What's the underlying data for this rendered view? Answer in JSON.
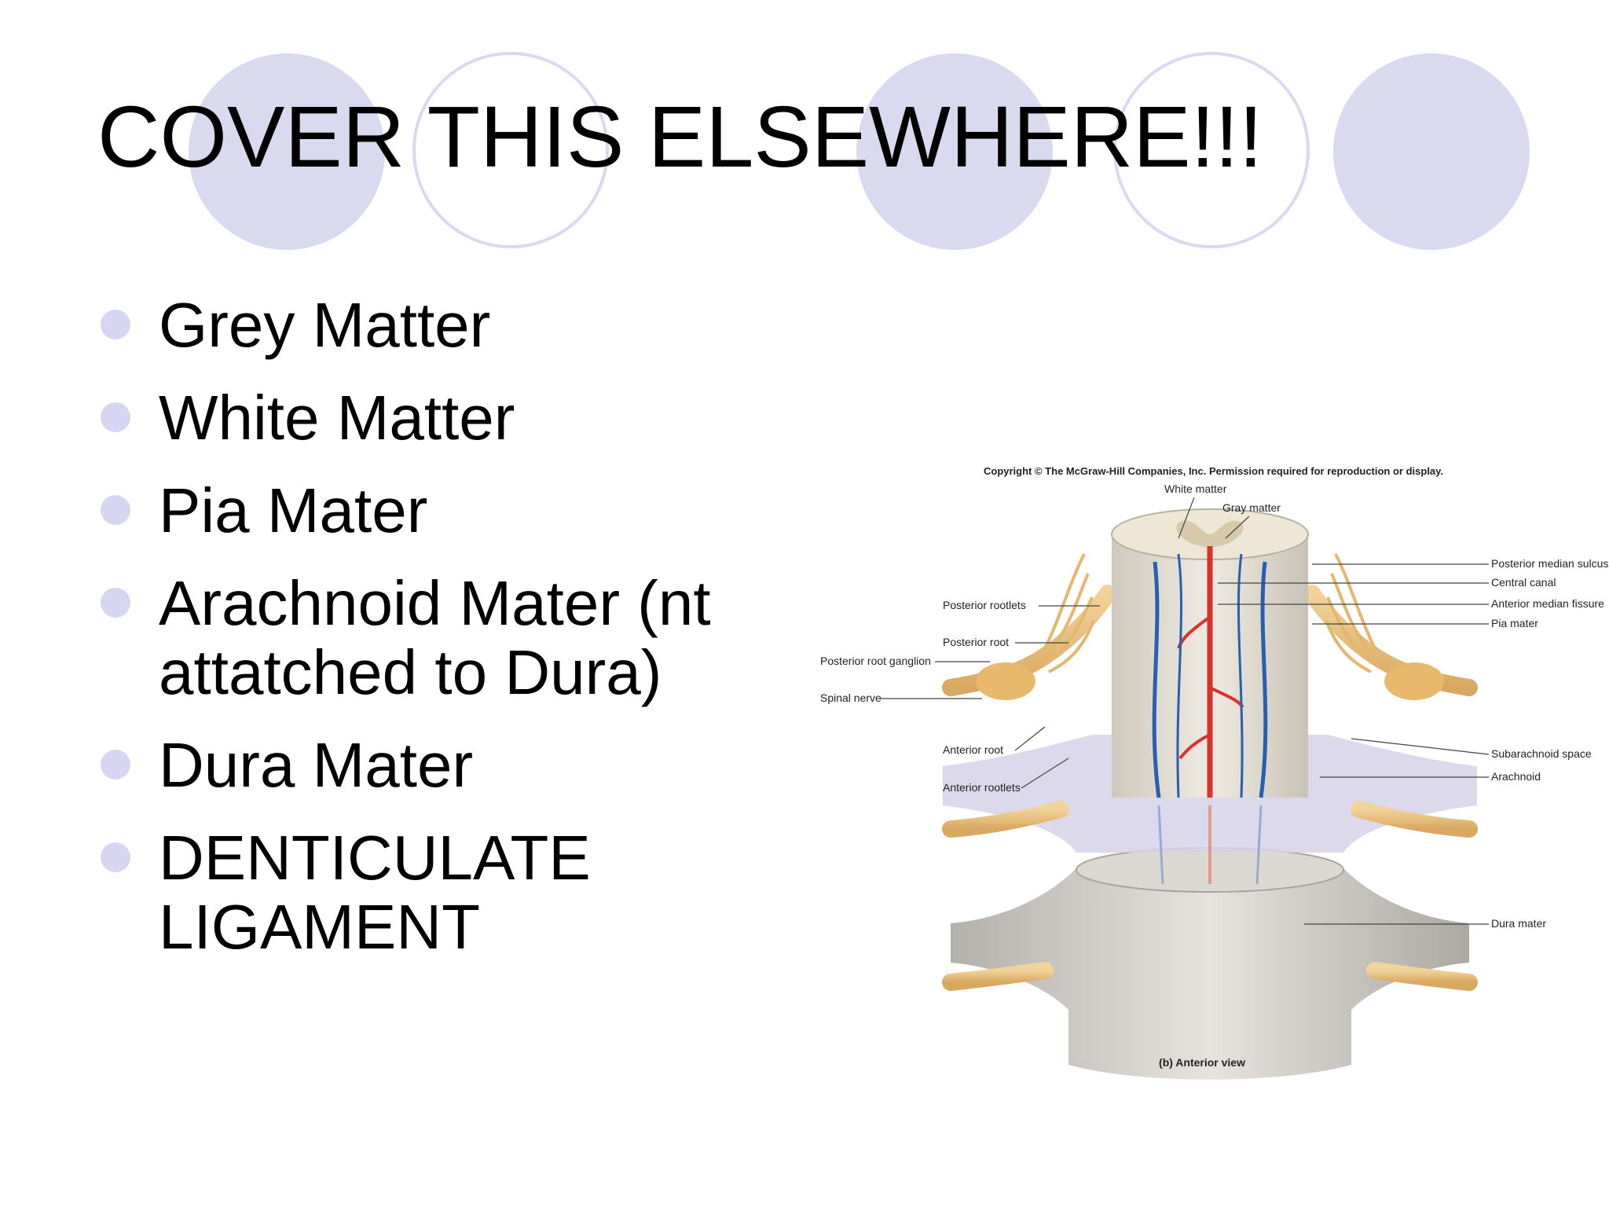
{
  "slide": {
    "title": "COVER THIS ELSEWHERE!!!",
    "bullets": [
      {
        "line1": "Grey Matter",
        "line2": ""
      },
      {
        "line1": "White Matter",
        "line2": ""
      },
      {
        "line1": "Pia Mater",
        "line2": ""
      },
      {
        "line1": "Arachnoid Mater (nt",
        "line2": "attatched to Dura)"
      },
      {
        "line1": "Dura Mater",
        "line2": ""
      },
      {
        "line1": "DENTICULATE",
        "line2": "LIGAMENT"
      }
    ]
  },
  "figure": {
    "copyright": "Copyright © The McGraw-Hill Companies, Inc. Permission required for reproduction or display.",
    "caption": "(b) Anterior view",
    "labels": {
      "white_matter": "White matter",
      "gray_matter": "Gray matter",
      "posterior_rootlets": "Posterior rootlets",
      "posterior_root": "Posterior root",
      "posterior_root_ganglion": "Posterior root ganglion",
      "spinal_nerve": "Spinal nerve",
      "anterior_root": "Anterior root",
      "anterior_rootlets": "Anterior rootlets",
      "posterior_median_sulcus": "Posterior median sulcus",
      "central_canal": "Central canal",
      "anterior_median_fissure": "Anterior median fissure",
      "pia_mater": "Pia mater",
      "subarachnoid_space": "Subarachnoid space",
      "arachnoid": "Arachnoid",
      "dura_mater": "Dura mater"
    }
  },
  "colors": {
    "accent_circle": "#d9d9f0",
    "bullet_dot": "#d6d6f2",
    "nerve": "#e8c07a",
    "artery": "#d8322a",
    "vein": "#2a5fb0"
  }
}
